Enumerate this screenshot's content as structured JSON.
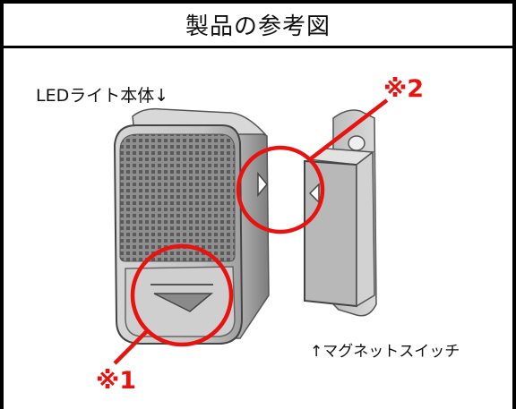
{
  "header": {
    "title": "製品の参考図"
  },
  "labels": {
    "led_body": "LEDライト本体↓",
    "magnet_switch": "↑マグネットスイッチ"
  },
  "markers": {
    "mark_1": "※1",
    "mark_2": "※2"
  },
  "colors": {
    "accent": "#e8130f",
    "frame": "#000000",
    "device_body": "#c9c9c9",
    "device_dark": "#8a8a8a"
  }
}
